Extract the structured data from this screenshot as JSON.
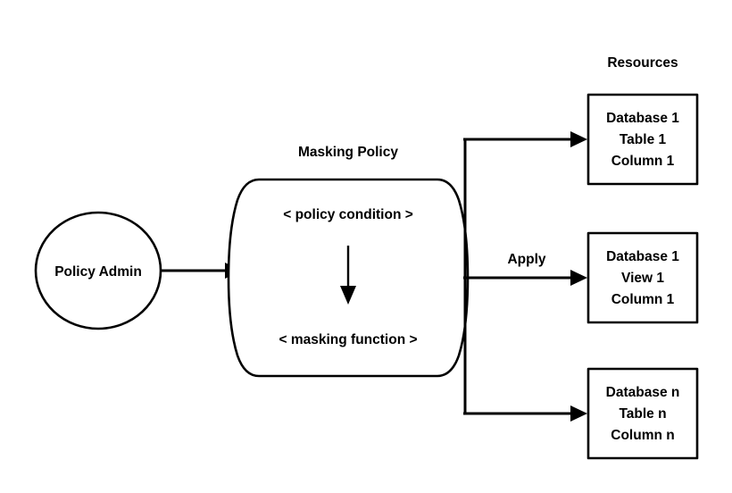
{
  "diagram": {
    "title_labels": {
      "masking_policy": "Masking Policy",
      "resources": "Resources"
    },
    "actor": {
      "label": "Policy Admin",
      "shape": "ellipse"
    },
    "policy": {
      "condition_label": "< policy condition >",
      "function_label": "< masking function >",
      "shape": "barrel"
    },
    "edges": {
      "admin_to_policy": "",
      "apply_label": "Apply"
    },
    "resources": [
      {
        "id": "resource-1",
        "line1": "Database 1",
        "line2": "Table 1",
        "line3": "Column 1"
      },
      {
        "id": "resource-2",
        "line1": "Database 1",
        "line2": "View  1",
        "line3": "Column 1"
      },
      {
        "id": "resource-3",
        "line1": "Database n",
        "line2": "Table n",
        "line3": "Column n"
      }
    ],
    "colors": {
      "background": "#ffffff",
      "stroke": "#000000",
      "text": "#000000",
      "fill": "#ffffff"
    }
  }
}
